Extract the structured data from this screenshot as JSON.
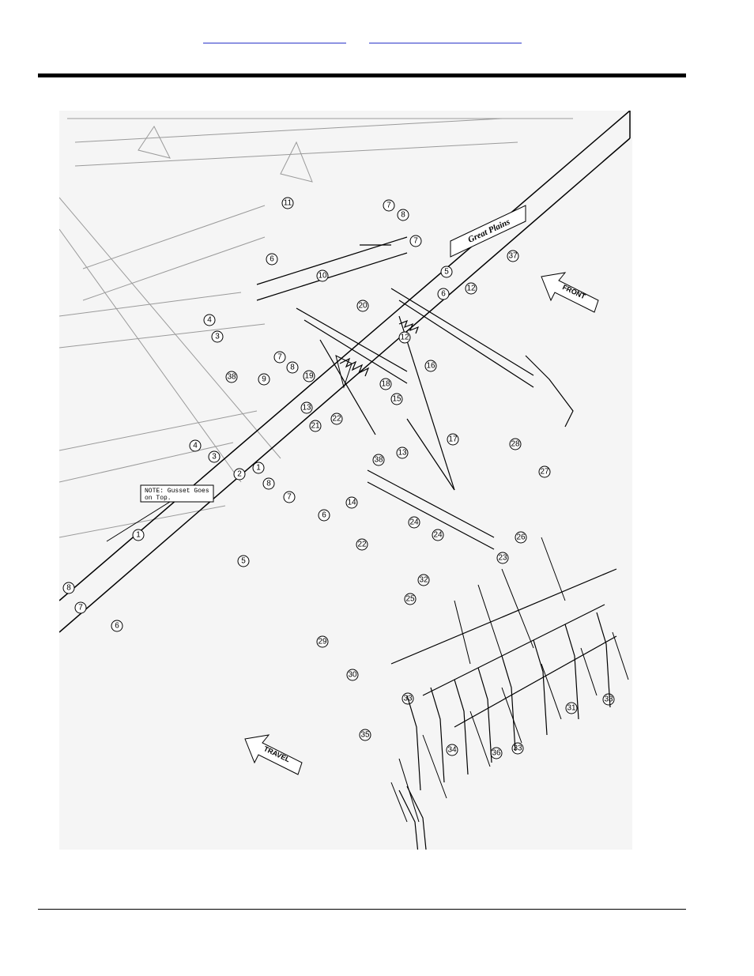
{
  "header": {
    "links": [
      {
        "label": ""
      },
      {
        "label": ""
      }
    ]
  },
  "diagram": {
    "note_lines": [
      "NOTE: Gusset Goes",
      "on Top."
    ],
    "front_label": "FRONT",
    "travel_label": "TRAVEL",
    "brand_label": "Great Plains",
    "callouts": [
      "1",
      "2",
      "3",
      "4",
      "5",
      "6",
      "7",
      "8",
      "9",
      "10",
      "11",
      "12",
      "13",
      "14",
      "15",
      "16",
      "17",
      "18",
      "19",
      "20",
      "21",
      "22",
      "23",
      "24",
      "25",
      "26",
      "27",
      "28",
      "29",
      "30",
      "31",
      "32",
      "33",
      "34",
      "35",
      "36",
      "37",
      "38"
    ]
  },
  "colors": {
    "link": "#2a35c8",
    "rule": "#000000",
    "drawing_bg": "#f5f5f5"
  }
}
